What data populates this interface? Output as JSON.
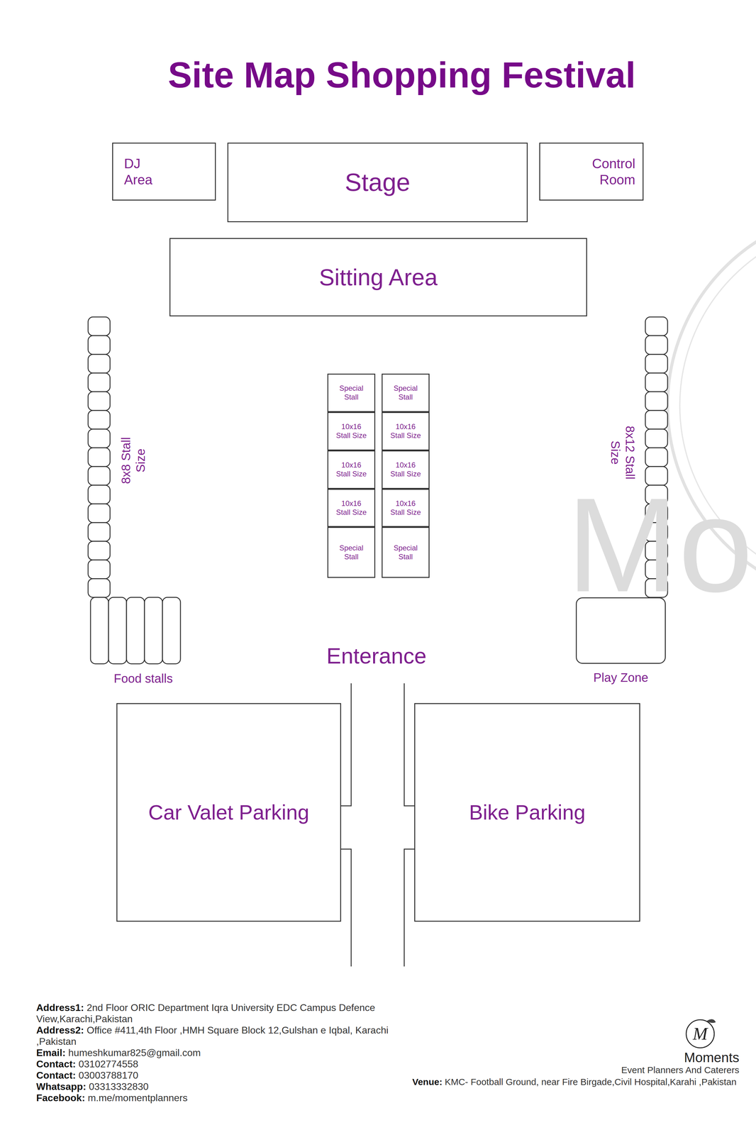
{
  "diagram": {
    "title": "Site Map Shopping Festival",
    "nodes": [
      {
        "text": [
          "DJ Area"
        ]
      },
      {
        "text": [
          "Stage"
        ]
      },
      {
        "text": [
          "Control Room"
        ]
      },
      {
        "text": [
          "Sitting Area"
        ]
      },
      {
        "text": [
          "Special Stall"
        ]
      },
      {
        "text": [
          "Special Stall"
        ]
      },
      {
        "text": [
          "10x16 Stall Size"
        ]
      },
      {
        "text": [
          "10x16 Stall Size"
        ]
      },
      {
        "text": [
          "10x16 Stall Size"
        ]
      },
      {
        "text": [
          "10x16 Stall Size"
        ]
      },
      {
        "text": [
          "10x16 Stall Size"
        ]
      },
      {
        "text": [
          "10x16 Stall Size"
        ]
      },
      {
        "text": [
          "Special Stall"
        ]
      },
      {
        "text": [
          "Special Stall"
        ]
      },
      {
        "text": [
          "Play Zone"
        ]
      },
      {
        "text": [
          "Car Valet Parking"
        ]
      },
      {
        "text": [
          "Bike Parking"
        ]
      }
    ],
    "labels": [
      "8x8 Stall Size",
      "8x12 Stall Size",
      "Food stalls",
      "Enterance",
      "Mo",
      "Address1:",
      "2nd Floor ORIC Department Iqra University EDC Campus Defence View,Karachi,Pakistan",
      "Address2:",
      "Office #411,4th Floor ,HMH Square Block 12,Gulshan e Iqbal, Karachi ,Pakistan",
      "Email:",
      "humeshkumar825@gmail.com",
      "Contact:",
      "03102774558",
      "Contact:",
      "03003788170",
      "Whatsapp:",
      "03313332830",
      "Facebook:",
      "m.me/momentplanners",
      "M",
      "Moments",
      "Event Planners And Caterers",
      "Venue:",
      "KMC- Football Ground, near Fire Birgade,Civil Hospital,Karahi ,Pakistan"
    ]
  }
}
